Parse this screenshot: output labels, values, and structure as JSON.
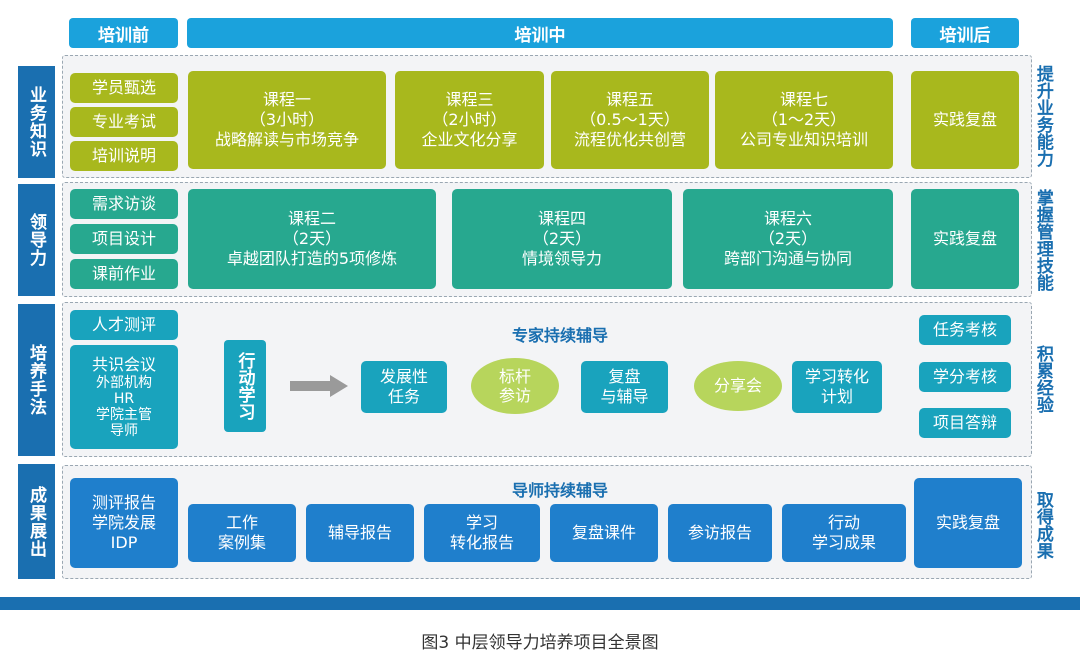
{
  "headers": {
    "pre": "培训前",
    "mid": "培训中",
    "post": "培训后"
  },
  "rows": {
    "r1": {
      "label": "业务知识",
      "right": "提升业务能力"
    },
    "r2": {
      "label": "领导力",
      "right": "掌握管理技能"
    },
    "r3": {
      "label": "培养手法",
      "right": "积累经验"
    },
    "r4": {
      "label": "成果展出",
      "right": "取得成果"
    }
  },
  "r1": {
    "pre": [
      "学员甄选",
      "专业考试",
      "培训说明"
    ],
    "c1": {
      "name": "课程一",
      "time": "（3小时）",
      "desc": "战略解读与市场竞争"
    },
    "c3": {
      "name": "课程三",
      "time": "（2小时）",
      "desc": "企业文化分享"
    },
    "c5": {
      "name": "课程五",
      "time": "（0.5～1天）",
      "desc": "流程优化共创营"
    },
    "c7": {
      "name": "课程七",
      "time": "（1～2天）",
      "desc": "公司专业知识培训"
    },
    "post": "实践复盘"
  },
  "r2": {
    "pre": [
      "需求访谈",
      "项目设计",
      "课前作业"
    ],
    "c2": {
      "name": "课程二",
      "time": "（2天）",
      "desc": "卓越团队打造的5项修炼"
    },
    "c4": {
      "name": "课程四",
      "time": "（2天）",
      "desc": "情境领导力"
    },
    "c6": {
      "name": "课程六",
      "time": "（2天）",
      "desc": "跨部门沟通与协同"
    },
    "post": "实践复盘"
  },
  "r3": {
    "pre_a": "人才测评",
    "pre_b": {
      "title": "共识会议",
      "l1": "外部机构",
      "l2": "HR",
      "l3": "学院主管",
      "l4": "导师"
    },
    "subtitle": "专家持续辅导",
    "action": "行动学习",
    "b1": {
      "l1": "发展性",
      "l2": "任务"
    },
    "o1": {
      "l1": "标杆",
      "l2": "参访"
    },
    "b2": {
      "l1": "复盘",
      "l2": "与辅导"
    },
    "o2": {
      "l1": "分享会"
    },
    "b3": {
      "l1": "学习转化",
      "l2": "计划"
    },
    "post": [
      "任务考核",
      "学分考核",
      "项目答辩"
    ]
  },
  "r4": {
    "subtitle": "导师持续辅导",
    "pre": {
      "l1": "测评报告",
      "l2": "学院发展",
      "l3": "IDP"
    },
    "items": [
      {
        "l1": "工作",
        "l2": "案例集"
      },
      {
        "l1": "辅导报告",
        "l2": ""
      },
      {
        "l1": "学习",
        "l2": "转化报告"
      },
      {
        "l1": "复盘课件",
        "l2": ""
      },
      {
        "l1": "参访报告",
        "l2": ""
      },
      {
        "l1": "行动",
        "l2": "学习成果"
      }
    ],
    "post": "实践复盘"
  },
  "caption": "图3   中层领导力培养项目全景图",
  "colors": {
    "olive": "#a8b81d",
    "teal": "#27a88f",
    "cyan": "#19a3bd",
    "blue": "#1f7fcc",
    "navy": "#1a6fb0",
    "header": "#1ba2dc",
    "oval": "#b7d55c"
  }
}
